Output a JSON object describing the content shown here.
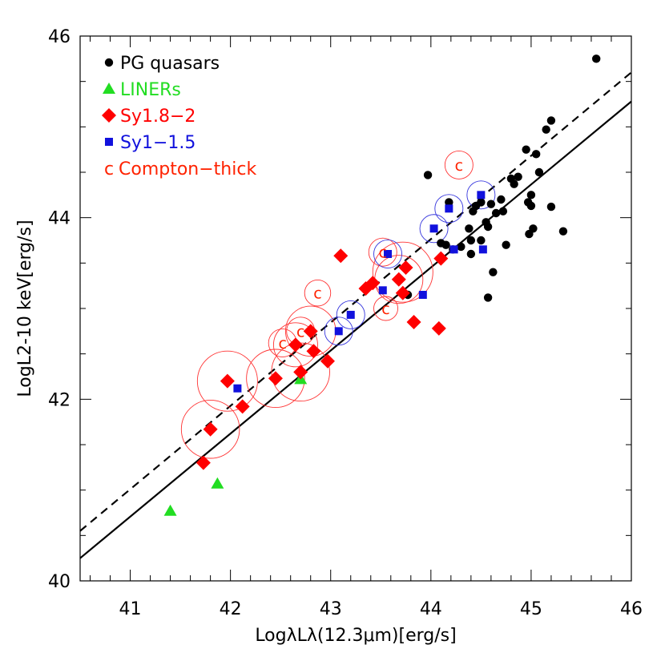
{
  "chart_data": {
    "type": "scatter",
    "xlabel": "LogλLλ(12.3μm)[erg/s]",
    "ylabel": "LogL2-10 keV[erg/s]",
    "xlim": [
      40.5,
      46
    ],
    "ylim": [
      40,
      46
    ],
    "x_ticks": [
      "41",
      "42",
      "43",
      "44",
      "45",
      "46"
    ],
    "y_ticks": [
      "40",
      "42",
      "44",
      "46"
    ],
    "grid": false,
    "legend_position": "top-left",
    "legend": [
      {
        "label": "PG quasars",
        "color": "#000000",
        "marker": "circle"
      },
      {
        "label": "LINERs",
        "color": "#22dd22",
        "marker": "triangle"
      },
      {
        "label": "Sy1.8−2",
        "color": "#ff0000",
        "marker": "diamond"
      },
      {
        "label": "Sy1−1.5",
        "color": "#1111dd",
        "marker": "square"
      },
      {
        "symbol": "c",
        "label": "Compton−thick",
        "color": "#ff2200",
        "marker": "c"
      }
    ],
    "lines": [
      {
        "style": "solid",
        "x": [
          40.5,
          46
        ],
        "y": [
          40.25,
          45.28
        ]
      },
      {
        "style": "dashed",
        "x": [
          40.5,
          46
        ],
        "y": [
          40.55,
          45.6
        ]
      }
    ],
    "series": [
      {
        "name": "PG quasars",
        "marker": "circle",
        "color": "#000000",
        "points": [
          [
            45.65,
            45.75
          ],
          [
            45.2,
            45.07
          ],
          [
            45.15,
            44.97
          ],
          [
            45.05,
            44.7
          ],
          [
            44.95,
            44.75
          ],
          [
            45.08,
            44.5
          ],
          [
            44.8,
            44.43
          ],
          [
            44.87,
            44.45
          ],
          [
            44.83,
            44.37
          ],
          [
            44.7,
            44.2
          ],
          [
            44.65,
            44.05
          ],
          [
            44.72,
            44.07
          ],
          [
            44.6,
            44.15
          ],
          [
            44.45,
            44.13
          ],
          [
            44.42,
            44.07
          ],
          [
            44.5,
            44.17
          ],
          [
            44.55,
            43.95
          ],
          [
            44.57,
            43.9
          ],
          [
            44.38,
            43.88
          ],
          [
            44.4,
            43.75
          ],
          [
            44.5,
            43.75
          ],
          [
            44.4,
            43.6
          ],
          [
            44.3,
            43.68
          ],
          [
            44.22,
            43.65
          ],
          [
            44.15,
            43.7
          ],
          [
            44.1,
            43.72
          ],
          [
            44.18,
            44.17
          ],
          [
            43.97,
            44.47
          ],
          [
            44.97,
            44.17
          ],
          [
            45.0,
            44.25
          ],
          [
            45.0,
            44.13
          ],
          [
            45.02,
            43.88
          ],
          [
            44.98,
            43.82
          ],
          [
            45.2,
            44.12
          ],
          [
            45.32,
            43.85
          ],
          [
            44.75,
            43.7
          ],
          [
            44.62,
            43.4
          ],
          [
            44.57,
            43.12
          ],
          [
            43.77,
            43.15
          ]
        ]
      },
      {
        "name": "LINERs",
        "marker": "triangle",
        "color": "#22dd22",
        "points": [
          [
            41.4,
            40.77
          ],
          [
            41.87,
            41.07
          ],
          [
            42.7,
            42.22
          ]
        ]
      },
      {
        "name": "Sy1.8−2",
        "marker": "diamond",
        "color": "#ff0000",
        "points": [
          [
            41.73,
            41.3
          ],
          [
            41.8,
            41.67
          ],
          [
            41.97,
            42.2
          ],
          [
            42.12,
            41.92
          ],
          [
            42.45,
            42.23
          ],
          [
            42.65,
            42.6
          ],
          [
            42.7,
            42.3
          ],
          [
            42.8,
            42.75
          ],
          [
            42.83,
            42.53
          ],
          [
            42.97,
            42.42
          ],
          [
            43.1,
            43.58
          ],
          [
            43.35,
            43.22
          ],
          [
            43.42,
            43.28
          ],
          [
            43.68,
            43.32
          ],
          [
            43.72,
            43.17
          ],
          [
            43.75,
            43.45
          ],
          [
            43.83,
            42.85
          ],
          [
            44.08,
            42.78
          ],
          [
            44.1,
            43.55
          ]
        ]
      },
      {
        "name": "Sy1−1.5",
        "marker": "square",
        "color": "#1111dd",
        "points": [
          [
            42.07,
            42.12
          ],
          [
            43.08,
            42.75
          ],
          [
            43.2,
            42.93
          ],
          [
            43.52,
            43.2
          ],
          [
            43.57,
            43.6
          ],
          [
            43.92,
            43.15
          ],
          [
            44.03,
            43.88
          ],
          [
            44.18,
            44.1
          ],
          [
            44.23,
            43.65
          ],
          [
            44.5,
            44.25
          ],
          [
            44.52,
            43.65
          ]
        ]
      },
      {
        "name": "Compton−thick",
        "marker": "c",
        "color": "#ff2200",
        "points": [
          [
            44.28,
            44.58
          ],
          [
            43.52,
            43.62
          ],
          [
            43.55,
            43.0
          ],
          [
            42.87,
            43.17
          ],
          [
            42.7,
            42.75
          ],
          [
            42.52,
            42.62
          ]
        ]
      }
    ],
    "rings": [
      {
        "color": "#ff3333",
        "points": [
          [
            41.8,
            41.67,
            2.9
          ],
          [
            41.97,
            42.2,
            3.0
          ],
          [
            42.45,
            42.23,
            2.9
          ],
          [
            42.7,
            42.3,
            2.9
          ],
          [
            42.8,
            42.75,
            2.5
          ],
          [
            42.65,
            42.6,
            2.2
          ],
          [
            43.72,
            43.4,
            3.0
          ],
          [
            43.68,
            43.32,
            2.4
          ],
          [
            43.55,
            43.0,
            1.2
          ],
          [
            43.52,
            43.62,
            1.4
          ],
          [
            42.87,
            43.17,
            1.3
          ],
          [
            42.7,
            42.75,
            1.4
          ],
          [
            42.52,
            42.62,
            1.4
          ],
          [
            44.28,
            44.58,
            1.4
          ]
        ]
      },
      {
        "color": "#3333dd",
        "points": [
          [
            43.08,
            42.75,
            1.4
          ],
          [
            43.2,
            42.93,
            1.4
          ],
          [
            44.03,
            43.88,
            1.4
          ],
          [
            44.18,
            44.1,
            1.4
          ],
          [
            44.5,
            44.25,
            1.4
          ],
          [
            43.57,
            43.6,
            1.4
          ]
        ]
      }
    ]
  }
}
